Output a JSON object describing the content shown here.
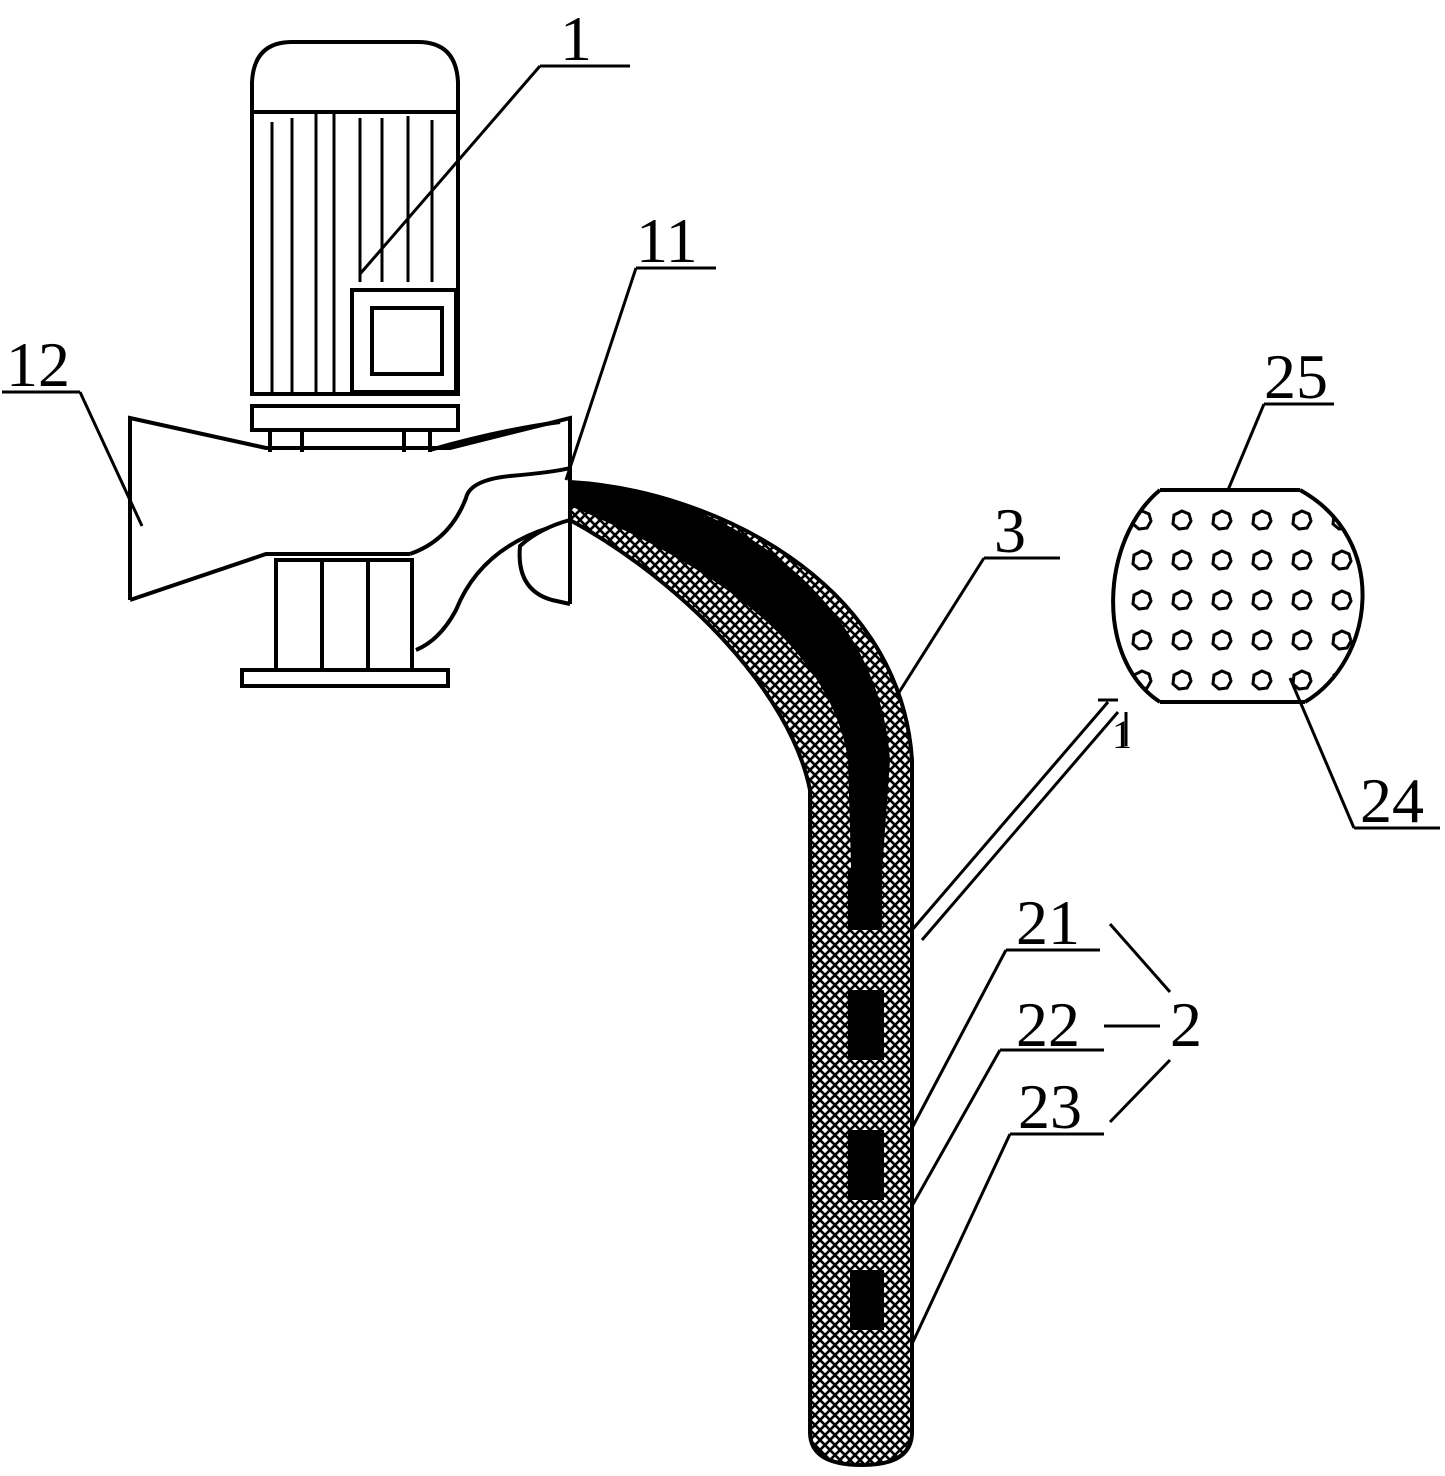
{
  "labels": {
    "motor": "1",
    "outlet": "11",
    "pump_casing": "12",
    "hose": "3",
    "filter_assembly": "2",
    "layer_21": "21",
    "layer_22": "22",
    "layer_23": "23",
    "perforation": "24",
    "perforated_plate": "25",
    "section_mark": "1"
  },
  "colors": {
    "ink": "#000000",
    "paper": "#ffffff"
  }
}
